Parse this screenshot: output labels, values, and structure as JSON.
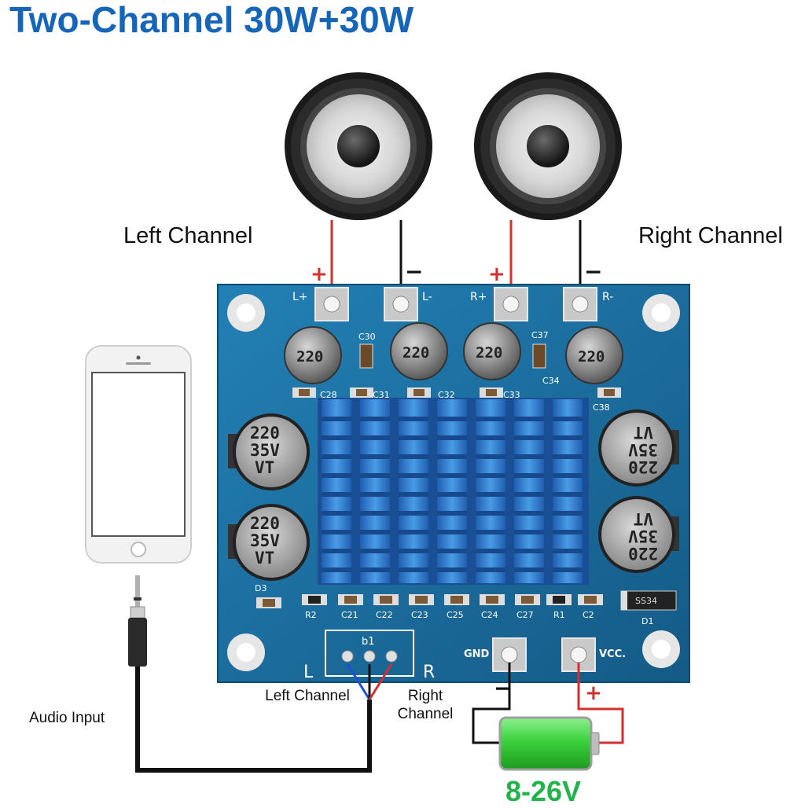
{
  "title": "Two-Channel 30W+30W",
  "labels": {
    "left_channel": "Left Channel",
    "right_channel": "Right Channel",
    "audio_input": "Audio Input",
    "input_left": "Left Channel",
    "input_right": "Right Channel",
    "voltage": "8-26V"
  },
  "board": {
    "terminals": {
      "l_plus": "L+",
      "l_minus": "L-",
      "r_plus": "R+",
      "r_minus": "R-",
      "gnd": "GND",
      "vcc": "VCC."
    },
    "input_header": "b1",
    "input_l": "L",
    "input_r": "R",
    "top_caps": [
      "220",
      "220",
      "220",
      "220"
    ],
    "side_caps": {
      "value": "220",
      "voltage": "35V",
      "series": "VT"
    },
    "refs": [
      "C30",
      "C37",
      "C31",
      "C32",
      "C33",
      "C34",
      "C38",
      "C28",
      "R2",
      "C21",
      "C22",
      "C23",
      "C25",
      "C24",
      "C27",
      "R1",
      "C2",
      "D1",
      "D3",
      "SS34"
    ]
  },
  "wiring": {
    "plus_sign": "+",
    "minus_sign": "−"
  },
  "colors": {
    "title": "#1565b8",
    "pcb": "#1b6f9e",
    "heatsink": "#2d7fd3",
    "positive_wire": "#d32f2f",
    "negative_wire": "#111111",
    "battery": "#3cd13c",
    "voltage": "#22b34a"
  }
}
